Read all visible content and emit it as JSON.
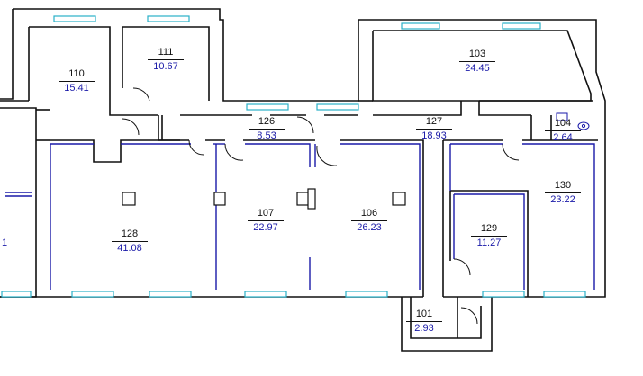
{
  "rooms": [
    {
      "id": "110",
      "number": "110",
      "area": "15.41"
    },
    {
      "id": "111",
      "number": "111",
      "area": "10.67"
    },
    {
      "id": "103",
      "number": "103",
      "area": "24.45"
    },
    {
      "id": "126",
      "number": "126",
      "area": "8.53"
    },
    {
      "id": "127",
      "number": "127",
      "area": "18.93"
    },
    {
      "id": "104",
      "number": "104",
      "area": "2.64"
    },
    {
      "id": "128",
      "number": "128",
      "area": "41.08"
    },
    {
      "id": "107",
      "number": "107",
      "area": "22.97"
    },
    {
      "id": "106",
      "number": "106",
      "area": "26.23"
    },
    {
      "id": "129",
      "number": "129",
      "area": "11.27"
    },
    {
      "id": "130",
      "number": "130",
      "area": "23.22"
    },
    {
      "id": "101",
      "number": "101",
      "area": "2.93"
    }
  ],
  "partial_label": "1",
  "colors": {
    "wall": "#111111",
    "partition": "#1a1aa8",
    "window": "#2ab0c8",
    "area_text": "#1a1aa8"
  }
}
